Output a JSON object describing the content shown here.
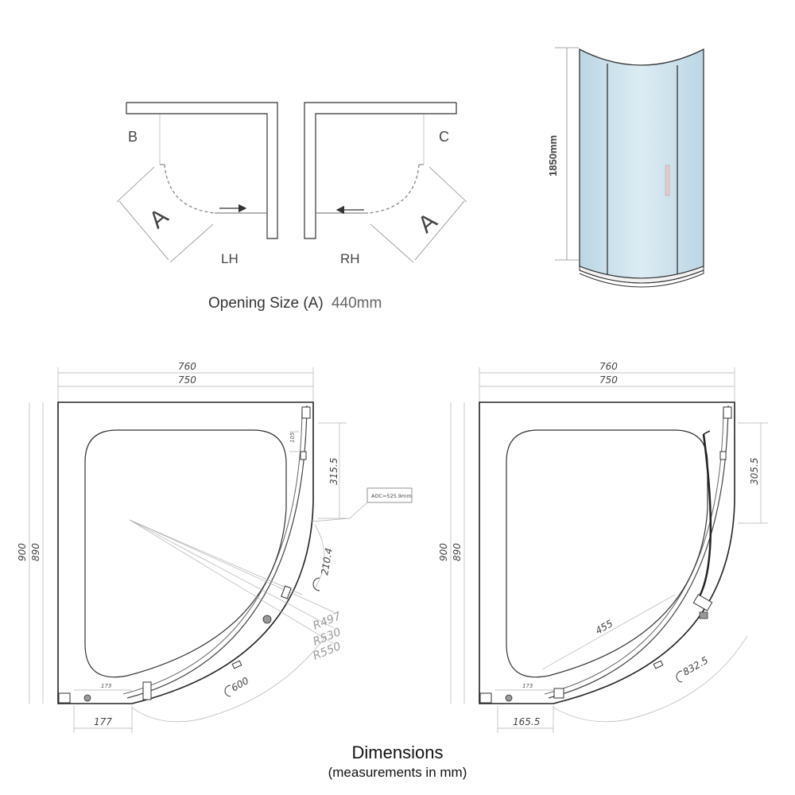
{
  "plan": {
    "label_b": "B",
    "label_c": "C",
    "label_a_left": "A",
    "label_a_right": "A",
    "label_lh": "LH",
    "label_rh": "RH",
    "opening_text": "Opening Size (A)",
    "opening_value": "440mm"
  },
  "elevation": {
    "height_label": "1850mm"
  },
  "left_drawing": {
    "width_outer": "760",
    "width_inner": "750",
    "height_outer": "900",
    "height_inner": "890",
    "dim_315": "315.5",
    "dim_105": "105",
    "dim_210": "210.4",
    "callout": "AOC=525.9mm",
    "r497": "R497",
    "r530": "R530",
    "r550": "R550",
    "arc_600": "600",
    "dim_173": "173",
    "dim_177": "177"
  },
  "right_drawing": {
    "width_outer": "760",
    "width_inner": "750",
    "height_outer": "900",
    "height_inner": "890",
    "dim_305": "305.5",
    "dim_455": "455",
    "arc_832": "832.5",
    "dim_173": "173",
    "dim_165": "165.5"
  },
  "footer": {
    "title": "Dimensions",
    "subtitle": "(measurements in mm)"
  },
  "colors": {
    "glass": "#cfe3ee",
    "line": "#222222",
    "dimension": "#8a8a8a"
  }
}
